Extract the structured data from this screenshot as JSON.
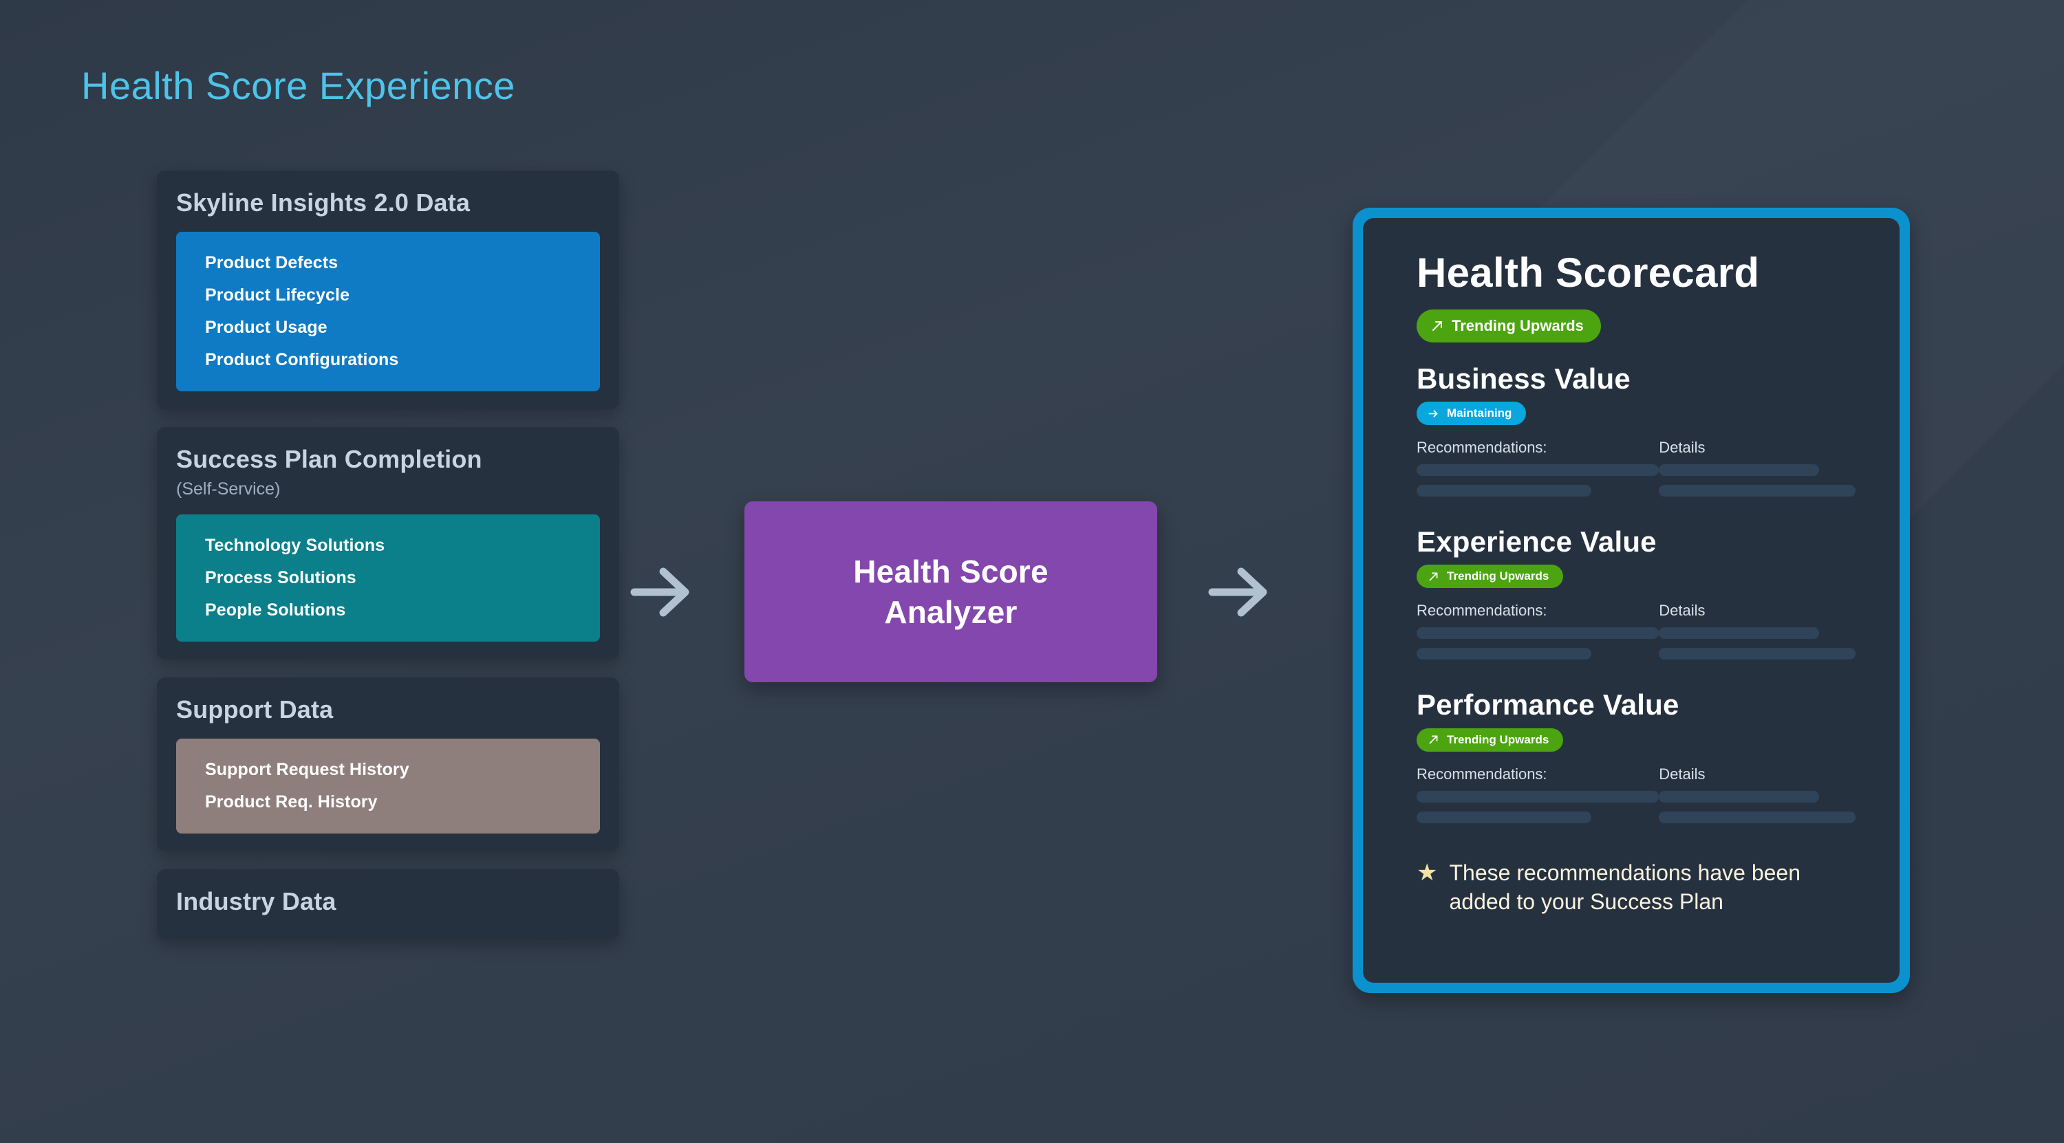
{
  "page": {
    "title": "Health Score Experience",
    "title_color": "#4fc3e8",
    "background_color": "#333f4e"
  },
  "sources": {
    "cards": [
      {
        "title": "Skyline Insights 2.0 Data",
        "subtitle": "",
        "block_color": "#0f7bc4",
        "items": [
          "Product Defects",
          "Product Lifecycle",
          "Product Usage",
          "Product Configurations"
        ]
      },
      {
        "title": "Success Plan Completion",
        "subtitle": "(Self-Service)",
        "block_color": "#0b7f8a",
        "items": [
          "Technology Solutions",
          "Process Solutions",
          "People Solutions"
        ]
      },
      {
        "title": "Support Data",
        "subtitle": "",
        "block_color": "#8f7f7c",
        "items": [
          "Support Request History",
          "Product Req. History"
        ]
      },
      {
        "title": "Industry Data",
        "subtitle": "",
        "block_color": "",
        "items": []
      }
    ]
  },
  "flow": {
    "arrow_1": "arrow-right-icon",
    "arrow_2": "arrow-right-icon",
    "arrow_color": "#b2c1cf"
  },
  "analyzer": {
    "label": "Health Score\nAnalyzer",
    "line_1": "Health Score",
    "line_2": "Analyzer",
    "color": "#8347ad"
  },
  "scorecard": {
    "title": "Health Scorecard",
    "border_color": "#0b92ce",
    "surface_color": "#263140",
    "overall_badge": {
      "label": "Trending Upwards",
      "icon": "arrow-trending-up-icon",
      "color": "#4ca510"
    },
    "column_headers": {
      "recommendations": "Recommendations:",
      "details": "Details"
    },
    "sections": [
      {
        "title": "Business Value",
        "badge": {
          "label": "Maintaining",
          "icon": "arrow-right-icon",
          "color": "#0aa6de"
        },
        "recommendation_bars": [
          100,
          72
        ],
        "detail_bars": [
          78,
          96
        ]
      },
      {
        "title": "Experience Value",
        "badge": {
          "label": "Trending Upwards",
          "icon": "arrow-trending-up-icon",
          "color": "#4ca510"
        },
        "recommendation_bars": [
          100,
          72
        ],
        "detail_bars": [
          78,
          96
        ]
      },
      {
        "title": "Performance Value",
        "badge": {
          "label": "Trending Upwards",
          "icon": "arrow-trending-up-icon",
          "color": "#4ca510"
        },
        "recommendation_bars": [
          100,
          72
        ],
        "detail_bars": [
          78,
          96
        ]
      }
    ],
    "footer": {
      "icon": "star-icon",
      "star_glyph": "★",
      "text": "These recommendations have been added to your Success Plan"
    }
  }
}
